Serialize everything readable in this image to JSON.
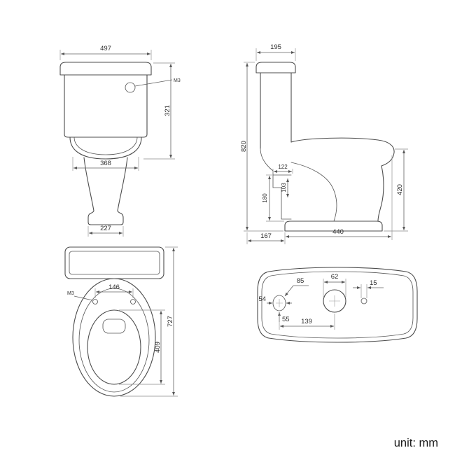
{
  "unit_label": "unit: mm",
  "colors": {
    "line": "#4c4c4c",
    "background": "#ffffff"
  },
  "views": {
    "front": {
      "name": "front-elevation",
      "button_label": "M3",
      "dims": {
        "overall_width": "497",
        "cistern_height": "321",
        "seat_width": "368",
        "base_width": "227"
      }
    },
    "side": {
      "name": "side-elevation",
      "dims": {
        "cistern_depth": "195",
        "overall_height": "820",
        "outlet_width": "122",
        "outlet_drop": "103",
        "outlet_height": "180",
        "seat_height": "420",
        "rear_projection": "167",
        "pan_depth": "440"
      }
    },
    "plan": {
      "name": "pan-plan-view",
      "button_label": "M3",
      "dims": {
        "hinge_centres": "146",
        "overall_depth": "727",
        "bowl_opening": "409"
      }
    },
    "lid": {
      "name": "cistern-lid-plan",
      "dims": {
        "flush_hole_dia": "62",
        "small_hole_dia": "15",
        "left_hole_note": "85",
        "left_hole_width": "54",
        "left_hole_drop": "55",
        "hole_centres": "139"
      }
    }
  }
}
